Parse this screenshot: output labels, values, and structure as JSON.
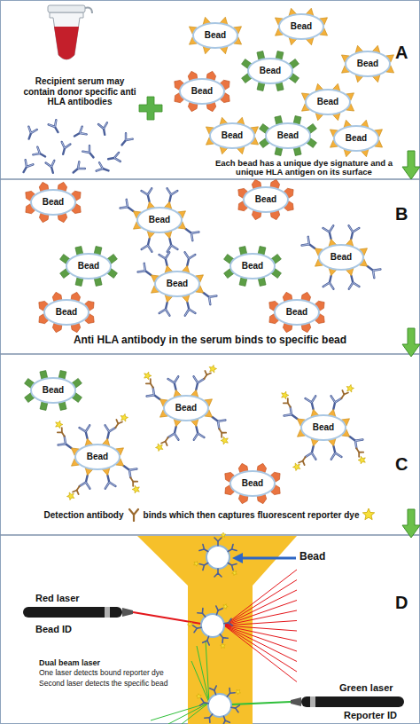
{
  "diagram": {
    "nodes": [
      {
        "text": [
          "Bead"
        ]
      },
      {
        "text": [
          "Bead"
        ]
      },
      {
        "text": [
          "Bead"
        ]
      },
      {
        "text": [
          "Bead"
        ]
      },
      {
        "text": [
          "Bead"
        ]
      },
      {
        "text": [
          "Bead"
        ]
      },
      {
        "text": [
          "Bead"
        ]
      },
      {
        "text": [
          "Bead"
        ]
      },
      {
        "text": [
          "Bead"
        ]
      },
      {
        "text": [
          "Bead"
        ]
      },
      {
        "text": [
          "Bead"
        ]
      },
      {
        "text": [
          "Bead"
        ]
      },
      {
        "text": [
          "Bead"
        ]
      },
      {
        "text": [
          "Bead"
        ]
      },
      {
        "text": [
          "Bead"
        ]
      },
      {
        "text": [
          "Bead"
        ]
      },
      {
        "text": [
          "Bead"
        ]
      },
      {
        "text": [
          "Bead"
        ]
      },
      {
        "text": [
          "Bead"
        ]
      },
      {
        "text": [
          "Bead"
        ]
      },
      {
        "text": [
          "Bead"
        ]
      },
      {
        "text": [
          "Bead"
        ]
      },
      {
        "text": [
          "Bead"
        ]
      }
    ],
    "labels": [
      "A",
      "Recipient serum may contain donor specific anti HLA antibodies",
      "Each bead has a unique dye signature and a unique HLA antigen on its surface",
      "B",
      "Anti HLA antibody in the serum binds to specific bead",
      "C",
      "Detection antibody",
      "binds which then captures fluorescent reporter dye",
      "D",
      "Bead",
      "Red laser",
      "Bead ID",
      "Dual beam laser",
      "One laser detects bound reporter dye",
      "Second laser detects the specific bead",
      "Green laser",
      "Reporter ID"
    ]
  }
}
